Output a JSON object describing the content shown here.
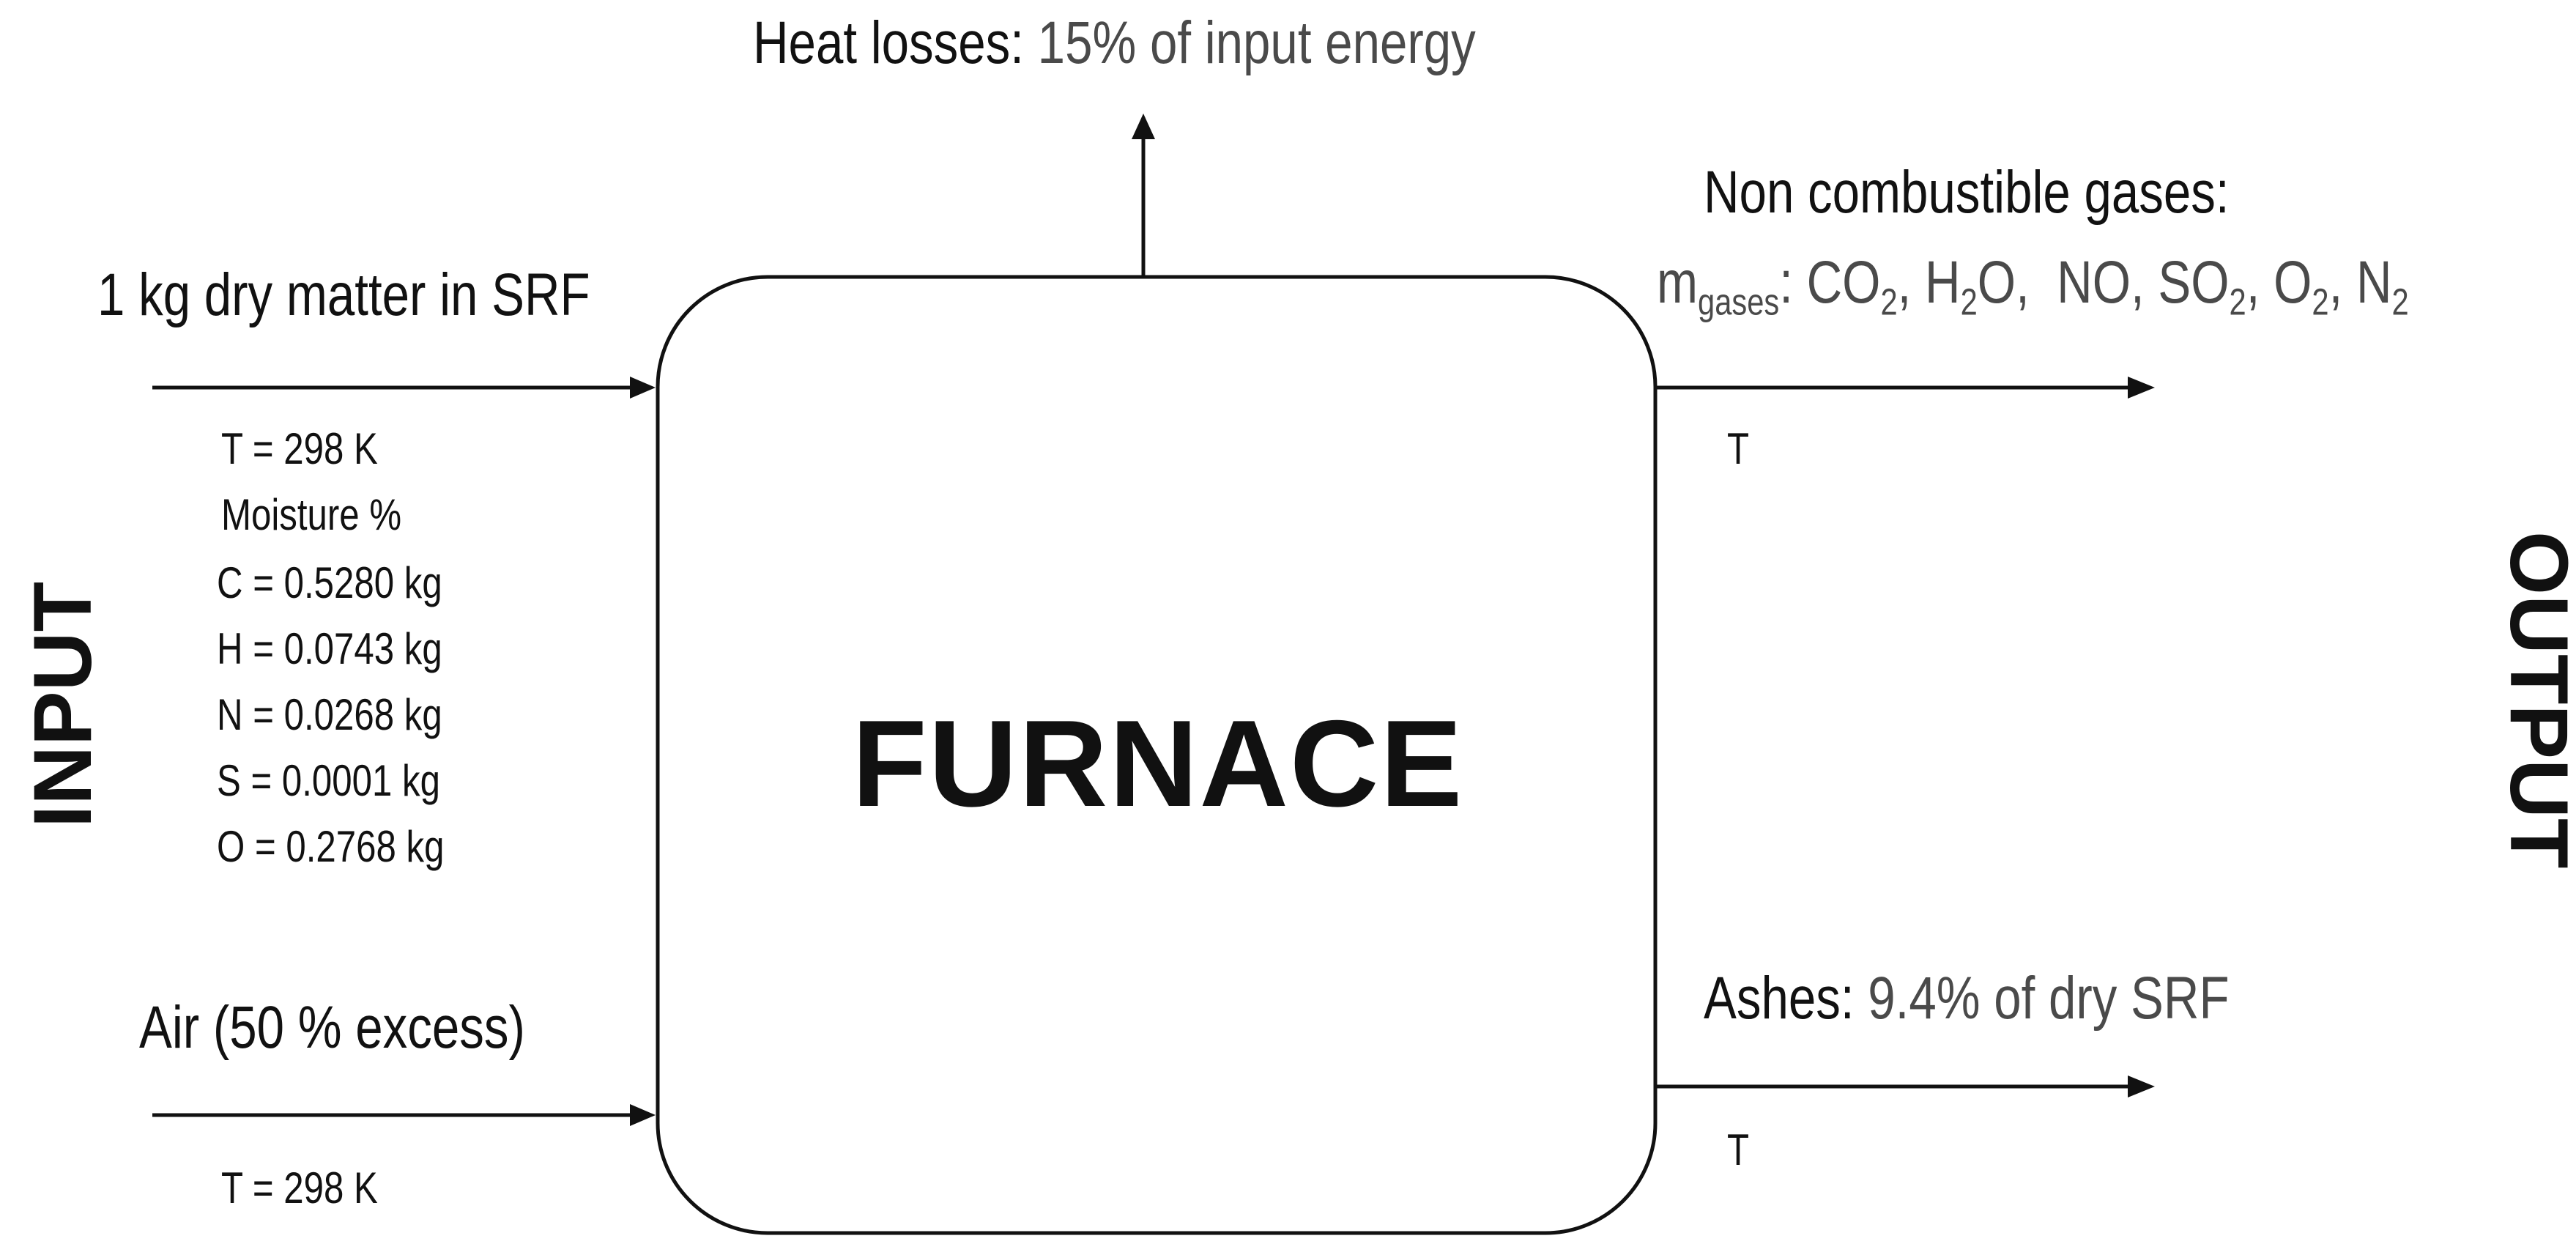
{
  "furnace": {
    "title": "FURNACE"
  },
  "input_side": {
    "label": "INPUT"
  },
  "output_side": {
    "label": "OUTPUT"
  },
  "heat_losses": {
    "prefix": "Heat losses:",
    "value": "15% of input energy"
  },
  "srf_input": {
    "title": "1 kg dry matter in SRF",
    "properties": [
      "T = 298 K",
      "Moisture %",
      "C = 0.5280 kg",
      "H = 0.0743 kg",
      "N = 0.0268 kg",
      "S = 0.0001 kg",
      "O = 0.2768 kg"
    ]
  },
  "air_input": {
    "title": "Air (50 % excess)",
    "temperature": "T = 298 K"
  },
  "gas_output": {
    "title": "Non combustible  gases:",
    "mass_symbol": "m",
    "mass_subscript": "gases",
    "species": [
      {
        "base": "CO",
        "sub": "2",
        "sep": ", "
      },
      {
        "base": "H",
        "sub": "2",
        "tail": "O",
        "sep": ",  "
      },
      {
        "base": "NO",
        "sub": "",
        "sep": ", "
      },
      {
        "base": "SO",
        "sub": "2",
        "sep": ", "
      },
      {
        "base": "O",
        "sub": "2",
        "sep": ", "
      },
      {
        "base": "N",
        "sub": "2",
        "sep": ""
      }
    ],
    "temperature": "T"
  },
  "ash_output": {
    "prefix": "Ashes:",
    "value": "9.4% of dry SRF",
    "temperature": "T"
  }
}
